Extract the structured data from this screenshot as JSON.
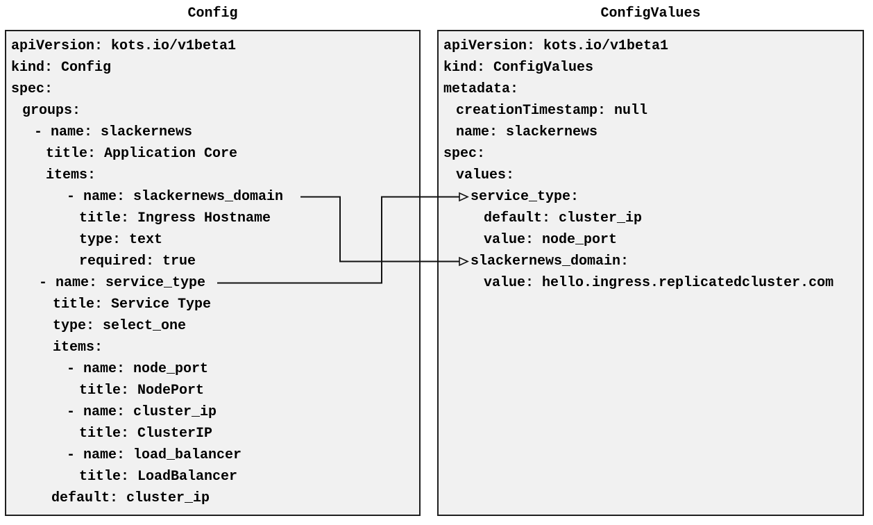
{
  "colors": {
    "panel_bg": "#f1f1f1",
    "panel_border": "#1f1f1f",
    "text": "#000000",
    "arrow": "#111111",
    "page_bg": "#ffffff"
  },
  "panels": {
    "config": {
      "title": "Config",
      "lines": [
        {
          "text": "apiVersion: kots.io/v1beta1",
          "indent": 0
        },
        {
          "text": "kind: Config",
          "indent": 0
        },
        {
          "text": "spec:",
          "indent": 0
        },
        {
          "text": "groups:",
          "indent": 16
        },
        {
          "text": "- name: slackernews",
          "indent": 33
        },
        {
          "text": "title: Application Core",
          "indent": 50
        },
        {
          "text": "items:",
          "indent": 50
        },
        {
          "text": "- name: slackernews_domain",
          "indent": 80
        },
        {
          "text": "title: Ingress Hostname",
          "indent": 98
        },
        {
          "text": "type: text",
          "indent": 98
        },
        {
          "text": "required: true",
          "indent": 98
        },
        {
          "text": "- name: service_type",
          "indent": 40
        },
        {
          "text": "title: Service Type",
          "indent": 60
        },
        {
          "text": "type: select_one",
          "indent": 60
        },
        {
          "text": "items:",
          "indent": 60
        },
        {
          "text": "- name: node_port",
          "indent": 80
        },
        {
          "text": "title: NodePort",
          "indent": 98
        },
        {
          "text": "- name: cluster_ip",
          "indent": 80
        },
        {
          "text": "title: ClusterIP",
          "indent": 98
        },
        {
          "text": "- name: load_balancer",
          "indent": 80
        },
        {
          "text": "title: LoadBalancer",
          "indent": 98
        },
        {
          "text": "default: cluster_ip",
          "indent": 58
        }
      ]
    },
    "config_values": {
      "title": "ConfigValues",
      "lines": [
        {
          "text": "apiVersion: kots.io/v1beta1",
          "indent": 0
        },
        {
          "text": "kind: ConfigValues",
          "indent": 0
        },
        {
          "text": "metadata:",
          "indent": 0
        },
        {
          "text": "creationTimestamp: null",
          "indent": 18
        },
        {
          "text": "name: slackernews",
          "indent": 18
        },
        {
          "text": "spec:",
          "indent": 0
        },
        {
          "text": "values:",
          "indent": 18
        },
        {
          "text": "service_type:",
          "indent": 39
        },
        {
          "text": "default: cluster_ip",
          "indent": 58
        },
        {
          "text": "value: node_port",
          "indent": 58
        },
        {
          "text": "slackernews_domain:",
          "indent": 39
        },
        {
          "text": "value: hello.ingress.replicatedcluster.com",
          "indent": 58
        }
      ]
    }
  },
  "connections": [
    {
      "from_key": "slackernews_domain",
      "from_row": 7,
      "to_key": "slackernews_domain",
      "to_row": 10
    },
    {
      "from_key": "service_type",
      "from_row": 11,
      "to_key": "service_type",
      "to_row": 7
    }
  ]
}
